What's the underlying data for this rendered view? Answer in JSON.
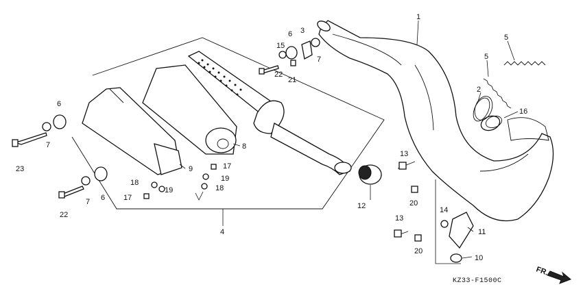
{
  "diagram": {
    "reference_code": "KZ33-F1500C",
    "direction_label": "FR.",
    "callouts": [
      "1",
      "2",
      "3",
      "4",
      "5",
      "5",
      "6",
      "6",
      "6",
      "7",
      "7",
      "7",
      "8",
      "9",
      "10",
      "11",
      "12",
      "13",
      "13",
      "14",
      "15",
      "16",
      "17",
      "17",
      "18",
      "18",
      "19",
      "19",
      "20",
      "20",
      "21",
      "22",
      "22",
      "23"
    ]
  }
}
